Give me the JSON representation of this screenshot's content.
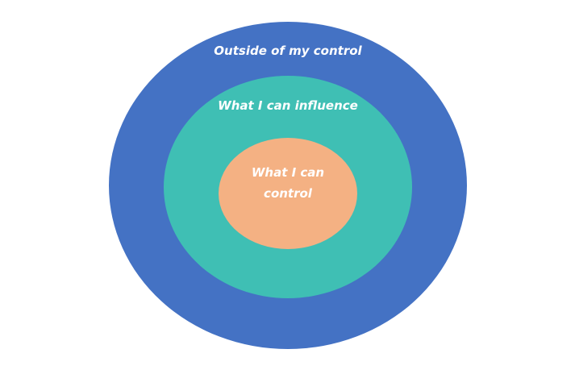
{
  "diagram": {
    "type": "concentric-circles",
    "colors": {
      "background": "#ffffff",
      "outer_ring": "#4472C4",
      "middle_ring": "#3FBFB4",
      "inner_circle": "#F4B183",
      "label_text": "#FFFFFF"
    },
    "rings": [
      {
        "label": "Outside of my control"
      },
      {
        "label": "What I can influence"
      },
      {
        "label_line1": "What I can",
        "label_line2": "control"
      }
    ]
  }
}
